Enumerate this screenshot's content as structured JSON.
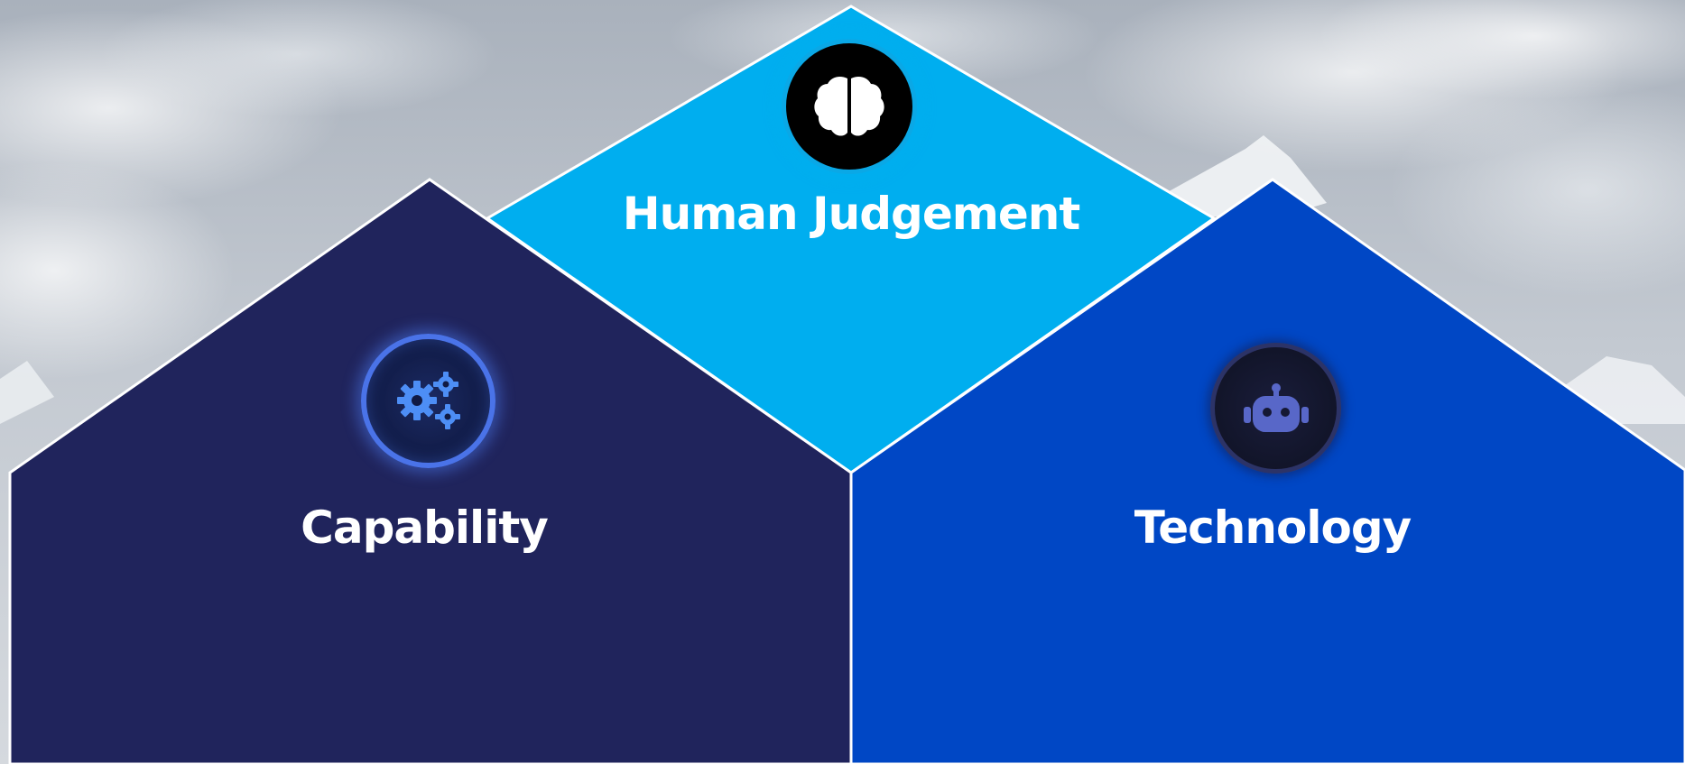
{
  "sections": {
    "judgement": {
      "title": "Human Judgement",
      "icon": "brain-icon",
      "color": "#00aeef"
    },
    "capability": {
      "title": "Capability",
      "icon": "gears-icon",
      "color": "#20245c"
    },
    "technology": {
      "title": "Technology",
      "icon": "robot-icon",
      "color": "#0047c5"
    }
  },
  "colors": {
    "outline": "#ffffff",
    "background": "#b9c0c9"
  }
}
